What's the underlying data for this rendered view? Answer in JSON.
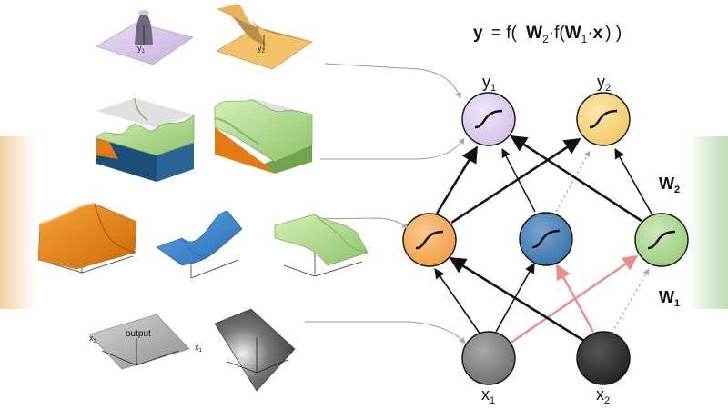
{
  "formula": {
    "y": "y",
    "eq": "= f(",
    "W2": "W",
    "W2sub": "2",
    "dot1": "·f(",
    "W1": "W",
    "W1sub": "1",
    "dot2": "·",
    "x": "x",
    "close": ") )"
  },
  "nodes": {
    "y1": {
      "label": "y",
      "sub": "1"
    },
    "y2": {
      "label": "y",
      "sub": "2"
    },
    "x1": {
      "label": "x",
      "sub": "1"
    },
    "x2": {
      "label": "x",
      "sub": "2"
    }
  },
  "weights": {
    "W2": {
      "label": "W",
      "sub": "2"
    },
    "W1": {
      "label": "W",
      "sub": "1"
    }
  },
  "plots": {
    "y1_label": "y",
    "y1_sub": "1",
    "y2_label": "y",
    "y2_sub": "2",
    "input_x2": "x",
    "input_x2_sub": "2",
    "input_output": "output",
    "input_x1": "x",
    "input_x1_sub": "1"
  },
  "colors": {
    "output_node": "#dfd2ec",
    "output2_node": "#f6d98a",
    "hidden_orange": "#f6b56a",
    "hidden_blue": "#4f86b8",
    "hidden_green": "#b3d99a",
    "input_gray": "#8c8c8c",
    "input_dark": "#333333",
    "red_edge": "#ee8a8a"
  }
}
